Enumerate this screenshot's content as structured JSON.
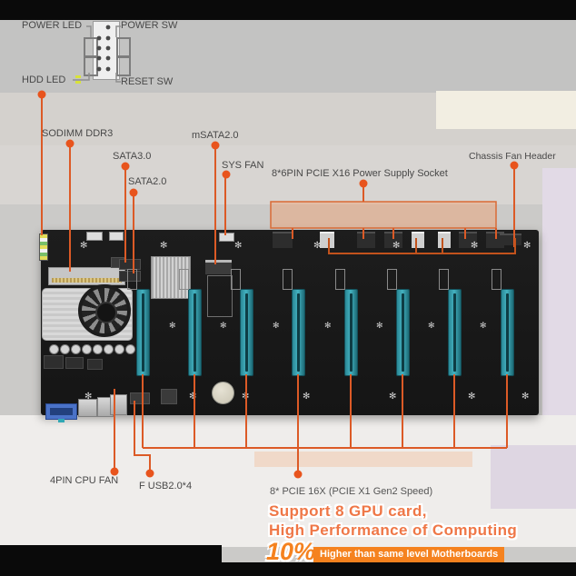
{
  "front_panel": {
    "power_led": "POWER LED",
    "power_sw": "POWER SW",
    "hdd_led": "HDD LED",
    "reset_sw": "RESET SW"
  },
  "callouts": {
    "sodimm": "SODIMM DDR3",
    "sata3": "SATA3.0",
    "sata2": "SATA2.0",
    "msata": "mSATA2.0",
    "sys_fan": "SYS FAN",
    "psu": "8*6PIN PCIE X16 Power Supply Socket",
    "chassis_fan": "Chassis Fan Header",
    "cpu_fan": "4PIN CPU FAN",
    "f_usb": "F USB2.0*4",
    "pcie": "8* PCIE 16X (PCIE X1 Gen2 Speed)"
  },
  "promo": {
    "line1": "Support 8 GPU card,",
    "line2": "High Performance of Computing",
    "stat": "10%",
    "banner": "Higher than same level Motherboards"
  },
  "board": {
    "gpu_slot_count": 8
  },
  "colors": {
    "accent_orange": "#E8541D",
    "line_orange": "#DC5A26",
    "promo_orange": "#F5821F",
    "pcie_slot_teal": "#2F98A6",
    "pcb_black": "#191919"
  }
}
